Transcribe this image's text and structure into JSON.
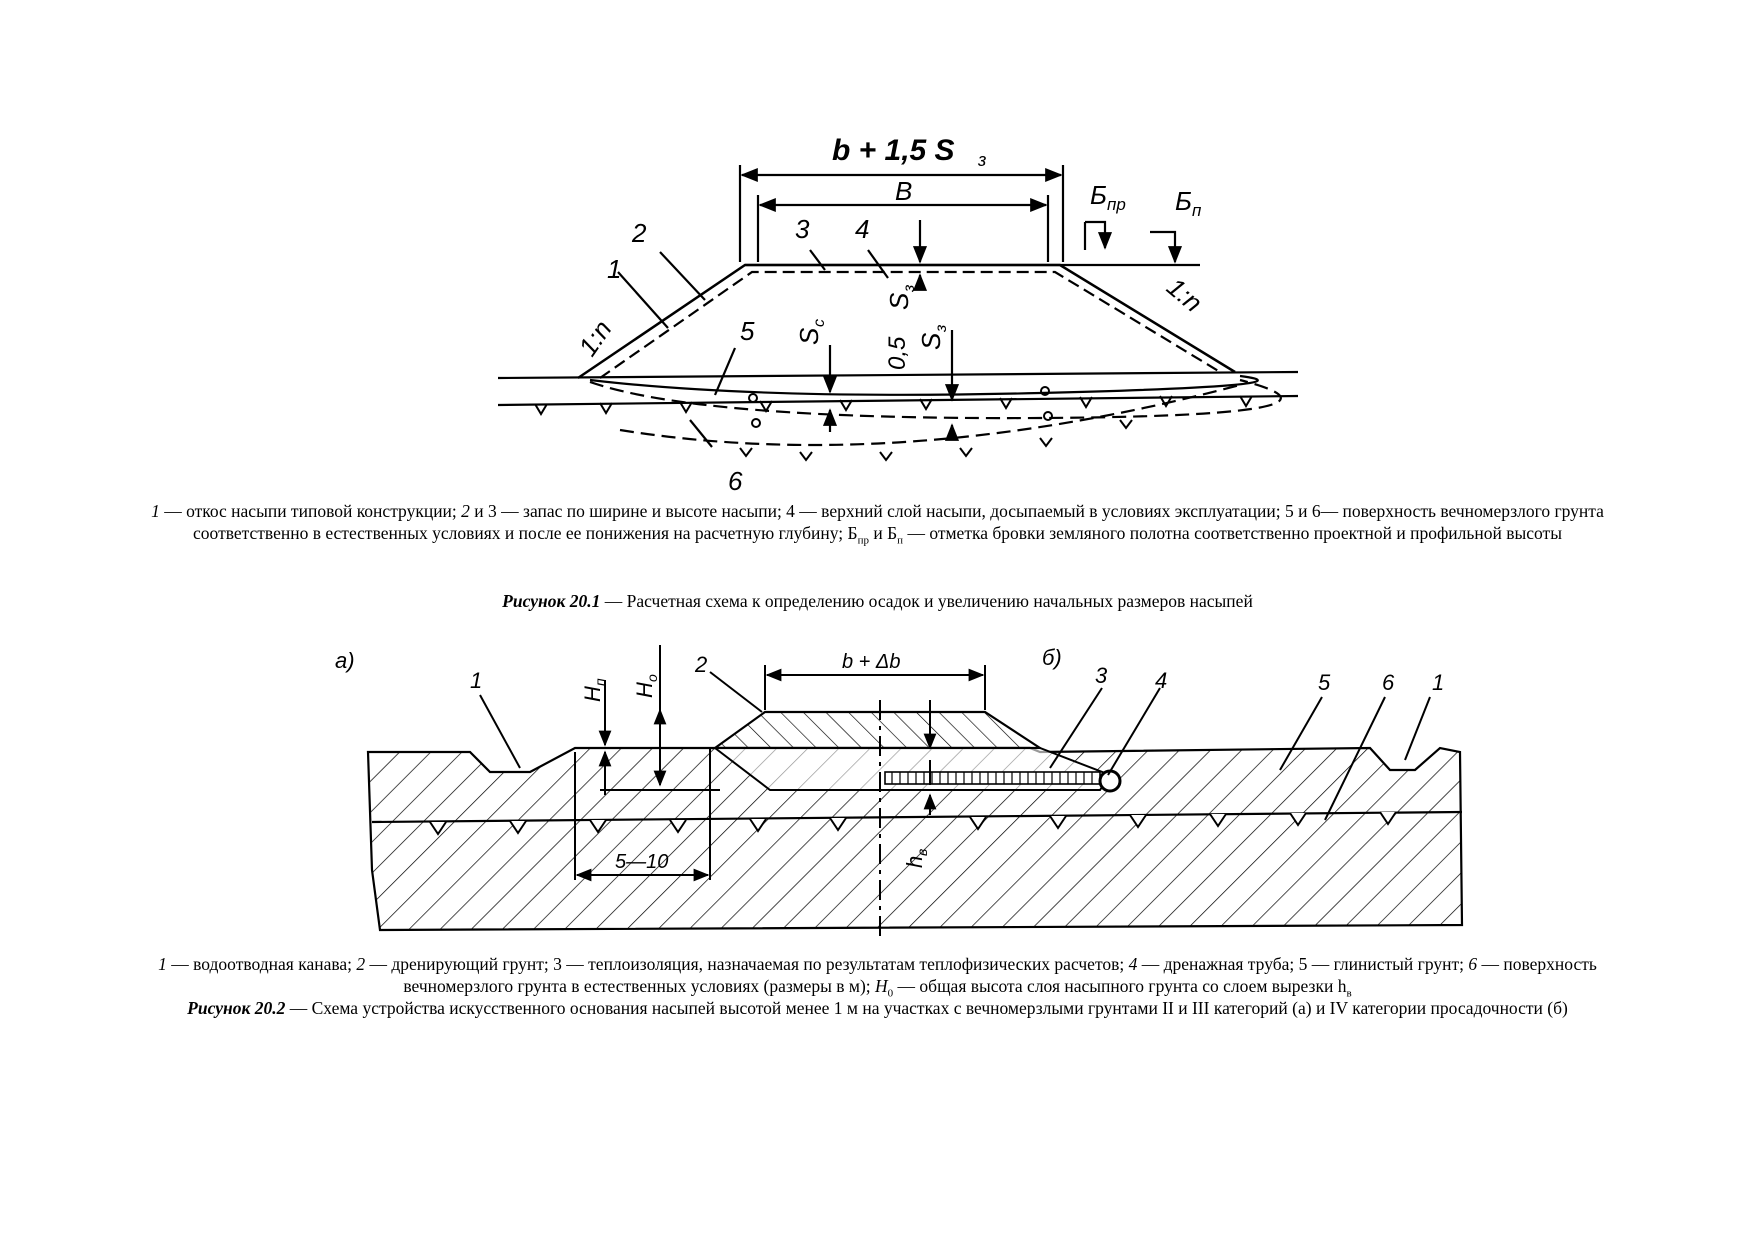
{
  "figure1": {
    "labels": {
      "top_dim": "b + 1,5 S",
      "top_dim_sub": "з",
      "width_B": "B",
      "n1": "1",
      "n2": "2",
      "n3": "3",
      "n4": "4",
      "n5": "5",
      "n6": "6",
      "slope_left": "1:n",
      "slope_right": "1:n",
      "b_pr": "Б",
      "b_pr_sub": "пр",
      "b_p": "Б",
      "b_p_sub": "п",
      "s_z": "S",
      "s_z_sub": "з",
      "s_c": "S",
      "s_c_sub": "с",
      "half_s": "0,5",
      "half_s_sym": "S",
      "half_s_sub": "з"
    },
    "legend": {
      "n1": "1",
      "t1": " — откос насыпи типовой конструкции; ",
      "n2": "2",
      "t2": " и 3 — запас по ширине и высоте насыпи; 4 — верхний слой насыпи, досыпаемый в условиях эксплуатации; 5 и 6— поверхность вечномерзлого грунта соответственно в естественных условиях и после ее понижения на расчетную глубину; Б",
      "s_pr": "пр",
      "t3": " и Б",
      "s_p": "п",
      "t4": " — отметка бровки земляного полотна соответственно проектной и профильной высоты"
    },
    "caption": {
      "prefix": "Рисунок 20.1",
      "text": " — Расчетная схема к определению осадок и увеличению начальных размеров насыпей"
    }
  },
  "figure2": {
    "labels": {
      "part_a": "а)",
      "part_b": "б)",
      "n1_left": "1",
      "n2": "2",
      "n3": "3",
      "n4": "4",
      "n5": "5",
      "n6": "6",
      "n1_right": "1",
      "top_dim": "b + Δb",
      "h_p": "H",
      "h_p_sub": "п",
      "h_o": "H",
      "h_o_sub": "о",
      "h_v": "h",
      "h_v_sub": "в",
      "dim_5_10": "5—10"
    },
    "legend": {
      "n1": "1",
      "t1": " — водоотводная канава; ",
      "n2": "2",
      "t2": " — дренирующий грунт; 3 — теплоизоляция, назначаемая по результатам теплофизических расчетов; ",
      "n4": "4",
      "t3": " — дренажная труба; 5 — глинистый грунт; ",
      "n6": "6",
      "t4": " — поверхность вечномерзлого грунта в естественных условиях (размеры в м); ",
      "h0": "H",
      "h0_sub": "0",
      "t5": " — общая высота слоя насыпного грунта со слоем вырезки h",
      "hv_sub": "в"
    },
    "caption": {
      "prefix": "Рисунок 20.2",
      "text": " — Схема устройства искусственного основания насыпей высотой менее 1 м на участках с вечномерзлыми грунтами II и III категорий (а) и IV категории просадочности (б)"
    }
  }
}
